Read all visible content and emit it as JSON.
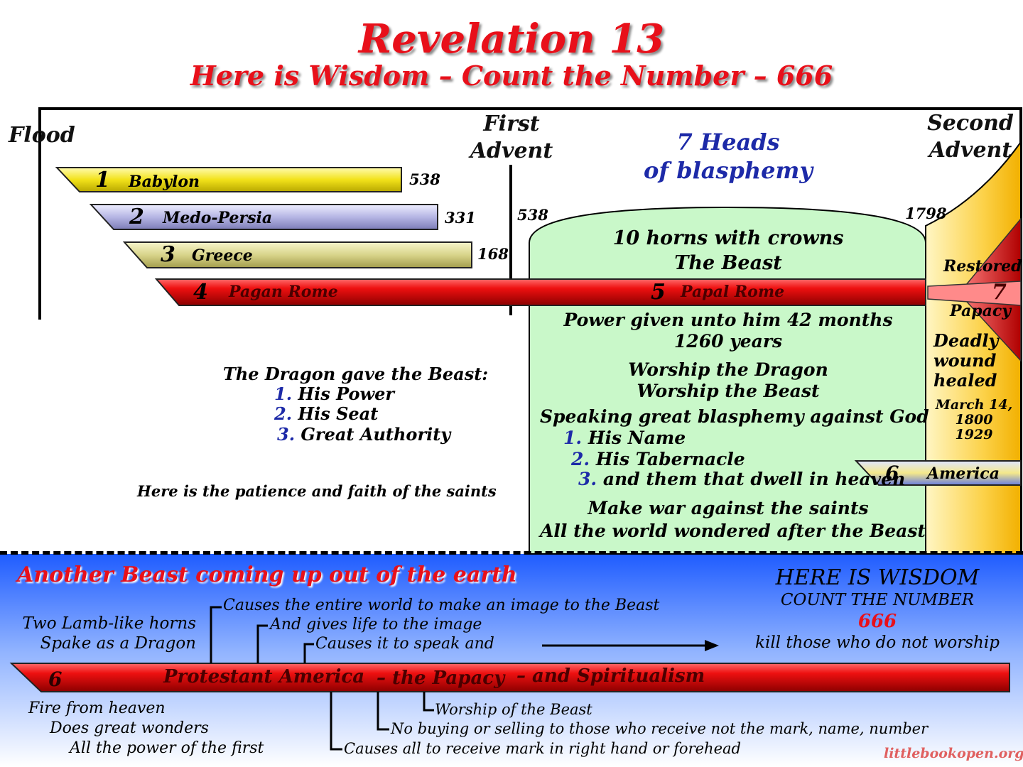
{
  "title": "Revelation 13",
  "subtitle": "Here is Wisdom – Count the Number – 666",
  "timeline": {
    "flood": "Flood",
    "first_advent": [
      "First",
      "Advent"
    ],
    "second_advent": [
      "Second",
      "Advent"
    ],
    "heads": [
      "7 Heads",
      "of blasphemy"
    ]
  },
  "kingdoms": [
    {
      "num": "1",
      "name": "Babylon",
      "year": "538",
      "color": "#f2e21a"
    },
    {
      "num": "2",
      "name": "Medo-Persia",
      "year": "331",
      "color": "#b6b6e4"
    },
    {
      "num": "3",
      "name": "Greece",
      "year": "168",
      "color": "#d8d48a"
    },
    {
      "num": "4",
      "name": "Pagan Rome",
      "color": "#e4141a"
    }
  ],
  "papal": {
    "num": "5",
    "name": "Papal Rome",
    "start_year": "538",
    "end_year": "1798",
    "horns": [
      "10 horns with crowns",
      "The Beast"
    ],
    "power": [
      "Power given unto him 42 months",
      "1260 years"
    ],
    "worship": [
      "Worship the Dragon",
      "Worship the Beast"
    ],
    "blasphemy_title": "Speaking great blasphemy against God",
    "blasphemy_items": [
      {
        "n": "1.",
        "text": "His Name"
      },
      {
        "n": "2.",
        "text": "His Tabernacle"
      },
      {
        "n": "3.",
        "text": "and them that dwell in heaven"
      }
    ],
    "war": [
      "Make war against the saints",
      "All the world wondered after the Beast"
    ]
  },
  "restored": {
    "num": "7",
    "restored_lbl": "Restored",
    "papacy_lbl": "Papacy",
    "wound": [
      "Deadly",
      "wound",
      "healed"
    ],
    "dates": [
      "March 14,",
      "1800",
      "1929"
    ]
  },
  "america_small": {
    "num": "6",
    "name": "America"
  },
  "dragon": {
    "title": "The Dragon gave the Beast:",
    "items": [
      {
        "n": "1.",
        "text": "His Power"
      },
      {
        "n": "2.",
        "text": "His Seat"
      },
      {
        "n": "3.",
        "text": "Great Authority"
      }
    ],
    "patience": "Here is the patience and faith of the saints"
  },
  "lower": {
    "heading": "Another Beast coming up out of the earth",
    "wisdom": "HERE IS WISDOM",
    "count": "COUNT THE NUMBER",
    "number": "666",
    "kill": "kill those who do not worship",
    "lamb": [
      "Two Lamb-like horns",
      "Spake as a Dragon"
    ],
    "causes_image": "Causes the entire world to make an image to the Beast",
    "gives_life": "And gives life to the image",
    "causes_speak": "Causes it to speak and",
    "bar": {
      "num": "6",
      "protestant": "Protestant America",
      "papacy": "– the Papacy",
      "spiritualism": "– and Spiritualism"
    },
    "fire": [
      "Fire from heaven",
      "Does great wonders",
      "All the power of the first"
    ],
    "worship_beast": "Worship of the Beast",
    "no_buying": "No buying or selling to those who receive not the mark, name, number",
    "causes_mark": "Causes all to receive mark in right hand or forehead",
    "site": "littlebookopen.org"
  }
}
